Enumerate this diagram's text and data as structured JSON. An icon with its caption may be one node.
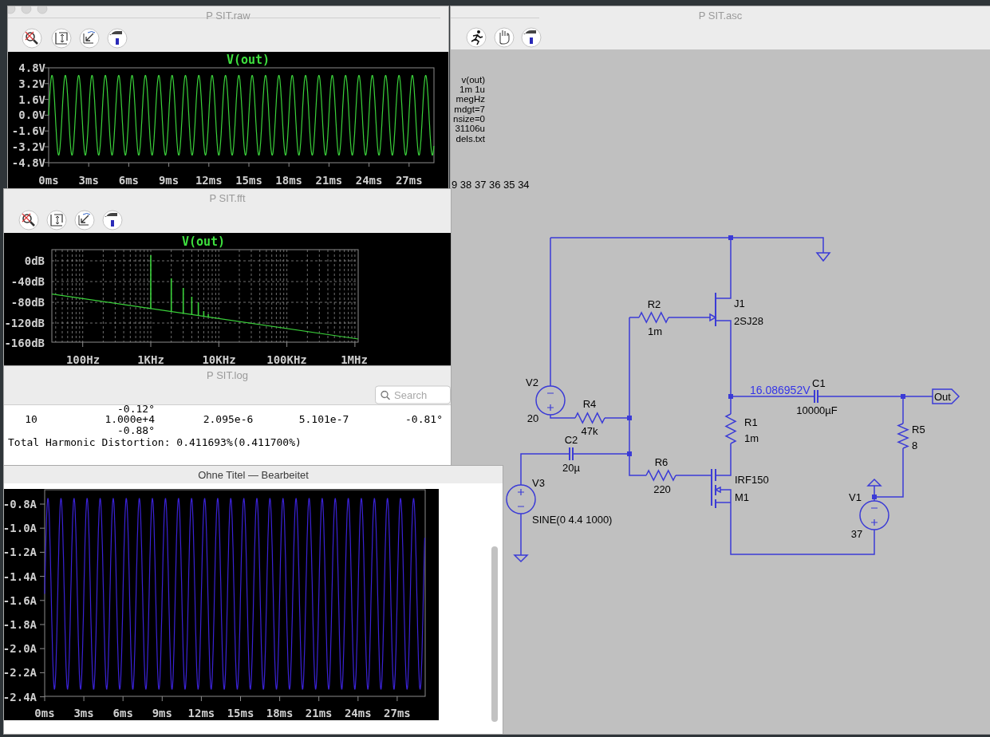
{
  "diagram": {
    "nodes": [
      {
        "text": [
          "P SIT.raw"
        ]
      },
      {
        "text": [
          "P SIT.fft"
        ]
      },
      {
        "text": [
          "P SIT.log"
        ]
      },
      {
        "text": [
          "P SIT.asc"
        ]
      },
      {
        "text": [
          "Ohne Titel — Bearbeitet"
        ]
      }
    ],
    "labels": [
      "V(out)",
      "4.8V",
      "3.2V",
      "1.6V",
      "0.0V",
      "-1.6V",
      "-3.2V",
      "-4.8V",
      "0ms",
      "3ms",
      "6ms",
      "9ms",
      "12ms",
      "15ms",
      "18ms",
      "21ms",
      "24ms",
      "27ms",
      "V(out)",
      "0dB",
      "-40dB",
      "-80dB",
      "-120dB",
      "-160dB",
      "100Hz",
      "1KHz",
      "10KHz",
      "100KHz",
      "1MHz",
      "Search",
      "-0.12°",
      "10",
      "1.000e+4",
      "2.095e-6",
      "5.101e-7",
      "-0.81°",
      "-0.88°",
      "Total Harmonic Distortion: 0.411693%(0.411700%)",
      "v(out)",
      "1m 1u",
      "megHz",
      "mdgt=7",
      "nsize=0",
      "31106u",
      "dels.txt",
      "9 38 37 36 35 34",
      "J1",
      "2SJ28",
      "R2",
      "1m",
      "V2",
      "20",
      "R4",
      "47k",
      "16.086952V",
      "C1",
      "10000µF",
      "Out",
      "R1",
      "1m",
      "R5",
      "8",
      "C2",
      "20µ",
      "R6",
      "220",
      "IRF150",
      "M1",
      "V3",
      "SINE(0 4.4 1000)",
      "V1",
      "37",
      "-0.8A",
      "-1.0A",
      "-1.2A",
      "-1.4A",
      "-1.6A",
      "-1.8A",
      "-2.0A",
      "-2.2A",
      "-2.4A",
      "0ms",
      "3ms",
      "6ms",
      "9ms",
      "12ms",
      "15ms",
      "18ms",
      "21ms",
      "24ms",
      "27ms"
    ]
  }
}
